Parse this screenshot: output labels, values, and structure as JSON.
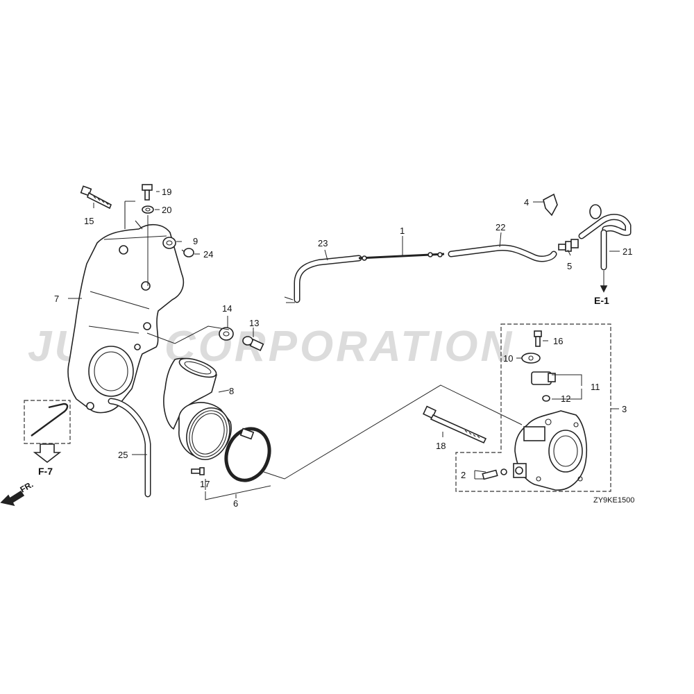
{
  "watermark": "JUSP CORPORATION",
  "diagram_code": "ZY9KE1500",
  "references": {
    "e1": "E-1",
    "f7": "F-7",
    "front": "FR."
  },
  "callouts": {
    "c1": "1",
    "c2": "2",
    "c3": "3",
    "c4": "4",
    "c5": "5",
    "c6": "6",
    "c7": "7",
    "c8": "8",
    "c9": "9",
    "c10": "10",
    "c11": "11",
    "c12": "12",
    "c13": "13",
    "c14": "14",
    "c15": "15",
    "c16": "16",
    "c17": "17",
    "c18": "18",
    "c19": "19",
    "c20": "20",
    "c21": "21",
    "c22": "22",
    "c23": "23",
    "c24": "24",
    "c25": "25"
  }
}
